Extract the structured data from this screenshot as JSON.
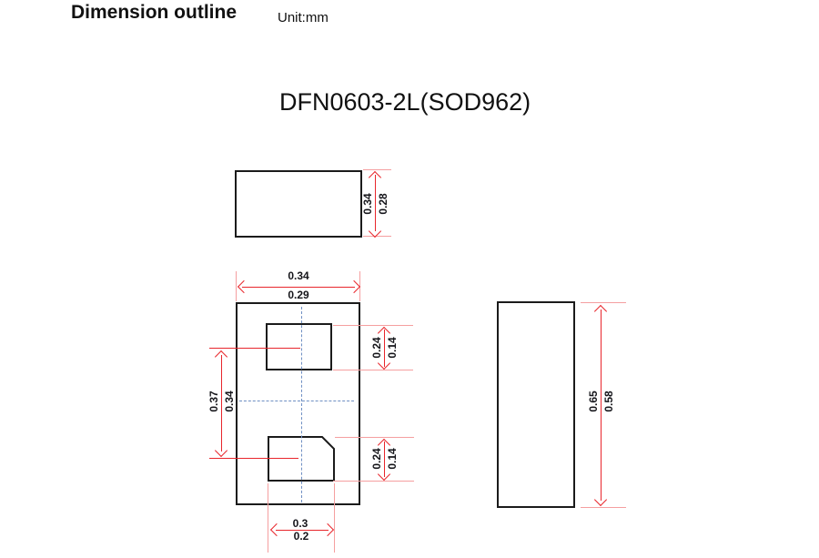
{
  "header": {
    "title": "Dimension outline",
    "unit_label": "Unit:mm"
  },
  "package": {
    "name": "DFN0603-2L(SOD962)"
  },
  "colors": {
    "outline": "#1b1b1b",
    "dimension_line": "#e8262c",
    "extension_line": "#f59fa0",
    "centerline": "#6f8fc3"
  },
  "dims": {
    "body_height": {
      "max": "0.34",
      "min": "0.28"
    },
    "body_width": {
      "max": "0.34",
      "min": "0.29"
    },
    "pad_center_span": {
      "max": "0.37",
      "min": "0.34"
    },
    "top_pad_height": {
      "max": "0.24",
      "min": "0.14"
    },
    "bottom_pad_height": {
      "max": "0.24",
      "min": "0.14"
    },
    "pad_width": {
      "max": "0.3",
      "min": "0.2"
    },
    "body_length": {
      "max": "0.65",
      "min": "0.58"
    }
  }
}
